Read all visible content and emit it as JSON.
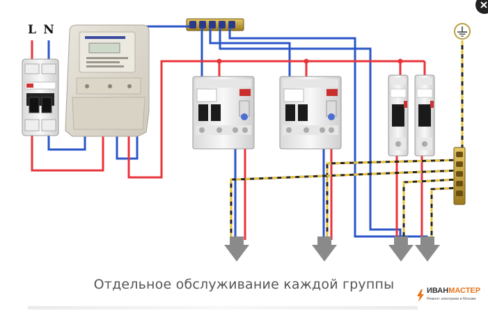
{
  "labels": {
    "line": "L",
    "neutral": "N"
  },
  "caption": "Отдельное обслуживание каждой группы",
  "brand": {
    "name_part1": "ИВАН",
    "name_part2": "МАСТЕР",
    "tagline": "Ремонт электрики в Москве"
  },
  "devices": {
    "main_breaker": "двухполюсный автомат",
    "meter": "счётчик электроэнергии",
    "rcbo": [
      "дифавтомат 1",
      "дифавтомат 2"
    ],
    "breakers": [
      "автомат 1",
      "автомат 2"
    ]
  },
  "colors": {
    "phase": "#e8333a",
    "neutral": "#2a55c8",
    "earth_a": "#222222",
    "earth_b": "#e8c23a",
    "arrow": "#8a8a8a",
    "bus": "#c6a23a"
  },
  "icons": [
    "ground-icon",
    "close-icon",
    "outlet-arrow-icon"
  ]
}
